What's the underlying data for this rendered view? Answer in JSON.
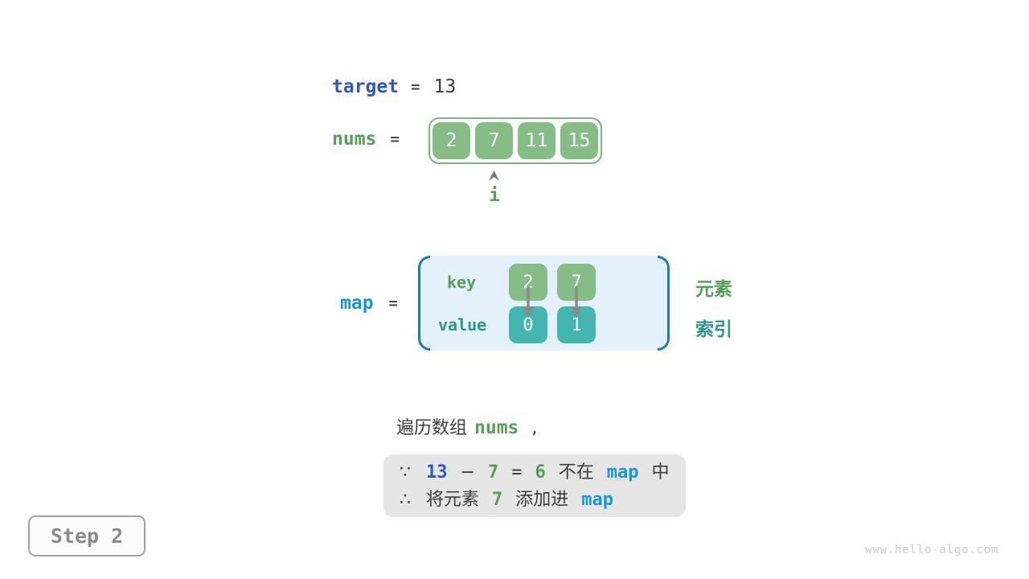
{
  "colors": {
    "green_box": "#86bc86",
    "green_text": "#579e57",
    "teal_box": "#43b7af",
    "teal_text": "#2f968e",
    "target_blue": "#3355cb",
    "map_blue": "#1598d4",
    "bracket_blue": "#1a7ac2",
    "panel_bg": "#e4f0fa",
    "note_bg": "#e6e6e6",
    "dark_text": "#3c3c3c",
    "muted_gray": "#8a8a8a"
  },
  "target": {
    "name": "target",
    "equals": "=",
    "value": "13"
  },
  "nums": {
    "name": "nums",
    "equals": "=",
    "cells": [
      "2",
      "7",
      "11",
      "15"
    ],
    "pointer_label": "i"
  },
  "map": {
    "name": "map",
    "equals": "=",
    "key_label": "key",
    "value_label": "value",
    "entries": [
      {
        "key": "2",
        "value": "0"
      },
      {
        "key": "7",
        "value": "1"
      }
    ],
    "element_label": "元素",
    "index_label": "索引"
  },
  "caption": {
    "prefix": "遍历数组",
    "code": "nums",
    "comma": ","
  },
  "note": {
    "because": "∵",
    "therefore": "∴",
    "line1": {
      "minuend": "13",
      "minus": "−",
      "subtrahend": "7",
      "equals": "=",
      "difference": "6",
      "not_in": "不在",
      "map": "map",
      "in_suffix": "中"
    },
    "line2": {
      "prefix": "将元素",
      "element": "7",
      "action": "添加进",
      "map": "map"
    }
  },
  "step": {
    "label": "Step 2"
  },
  "watermark": "www.hello-algo.com"
}
